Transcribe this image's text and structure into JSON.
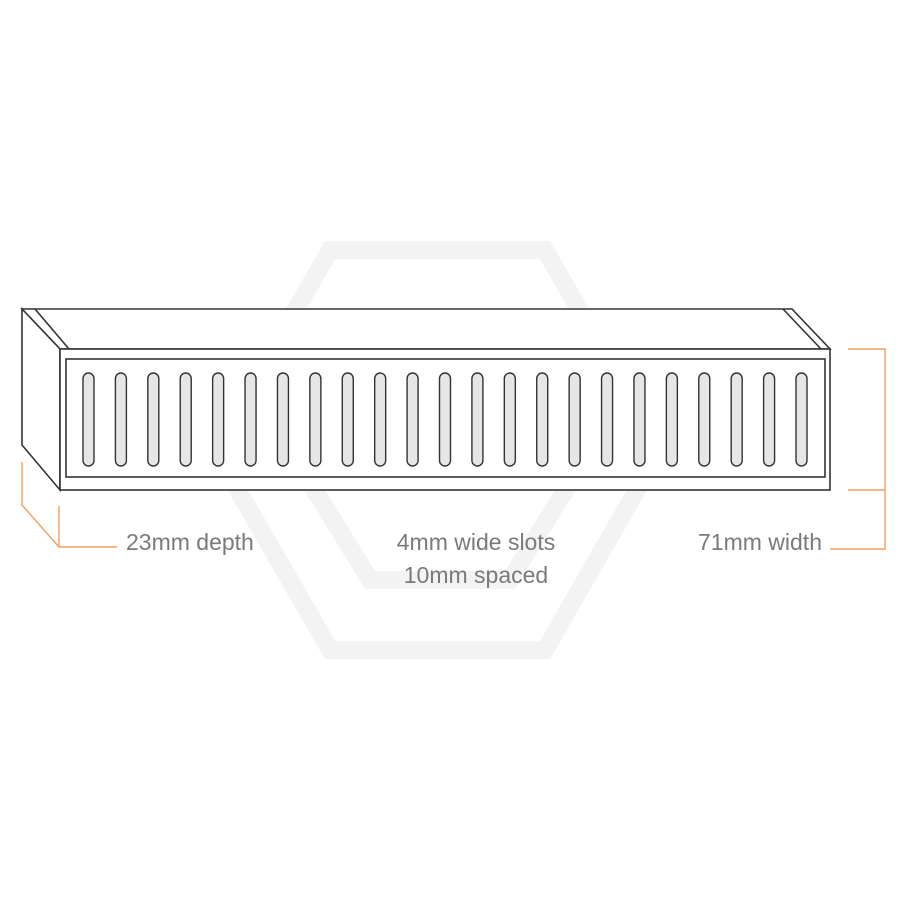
{
  "labels": {
    "depth": "23mm depth",
    "slots_width": "4mm wide slots",
    "slots_spacing": "10mm spaced",
    "width": "71mm width"
  },
  "drain": {
    "slot_count": 23
  },
  "colors": {
    "outline": "#333333",
    "dimension": "#f0a060",
    "slot_fill": "#e6e6e6",
    "text": "#7a7a7a",
    "watermark": "#f3f3f3"
  }
}
